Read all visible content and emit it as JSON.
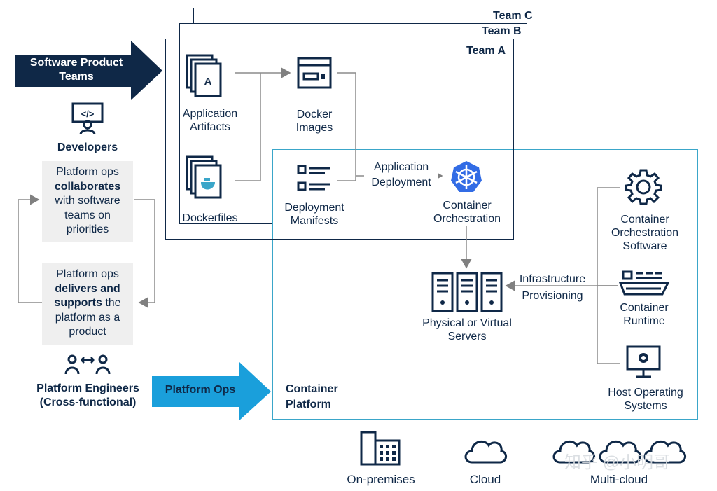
{
  "teams": {
    "c": "Team C",
    "b": "Team B",
    "a": "Team A"
  },
  "left": {
    "software_product_teams": "Software Product Teams",
    "developers": "Developers",
    "collab": {
      "pre": "Platform ops",
      "bold": "collaborates",
      "post": "with software teams on priorities"
    },
    "deliver": {
      "pre": "Platform ops",
      "bold": "delivers and supports",
      "post": "the platform as a product"
    },
    "platform_engineers": "Platform Engineers (Cross-functional)",
    "platform_ops": "Platform Ops"
  },
  "team_a": {
    "app_artifacts": "Application Artifacts",
    "docker_images": "Docker Images",
    "dockerfiles": "Dockerfiles",
    "deployment_manifests": "Deployment Manifests",
    "app_deployment": "Application Deployment",
    "container_orchestration": "Container Orchestration"
  },
  "platform": {
    "title": "Container Platform",
    "orch_software": "Container Orchestration Software",
    "runtime": "Container Runtime",
    "host_os": "Host Operating Systems",
    "infra": "Infrastructure Provisioning",
    "servers": "Physical or Virtual Servers"
  },
  "bottom": {
    "onprem": "On-premises",
    "cloud": "Cloud",
    "multicloud": "Multi-cloud"
  },
  "watermark": "知乎 @小明哥",
  "colors": {
    "navy": "#0f2847",
    "teal": "#3aa6c9",
    "blue": "#1a9fdb",
    "grey": "#efefef",
    "k8s": "#326ce5"
  }
}
